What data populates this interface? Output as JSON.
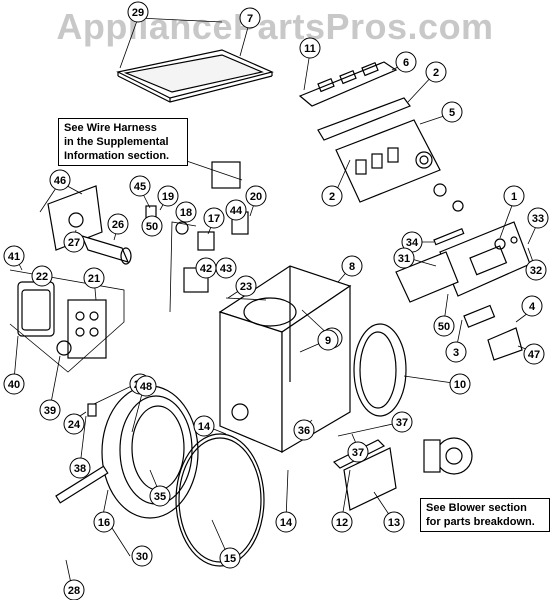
{
  "watermark": "AppliancePartsPros.com",
  "notes": {
    "wire_harness": "See Wire Harness\nin the Supplemental\nInformation section.",
    "blower": "See Blower section\nfor parts breakdown."
  },
  "callouts": [
    "29",
    "7",
    "11",
    "6",
    "2",
    "5",
    "2",
    "1",
    "33",
    "32",
    "34",
    "31",
    "50",
    "4",
    "47",
    "3",
    "8",
    "9",
    "10",
    "37",
    "37",
    "36",
    "12",
    "13",
    "14",
    "14",
    "46",
    "45",
    "19",
    "18",
    "26",
    "17",
    "44",
    "20",
    "50",
    "42",
    "43",
    "23",
    "27",
    "41",
    "22",
    "21",
    "40",
    "39",
    "25",
    "48",
    "24",
    "38",
    "35",
    "16",
    "15",
    "30",
    "28",
    "9"
  ]
}
